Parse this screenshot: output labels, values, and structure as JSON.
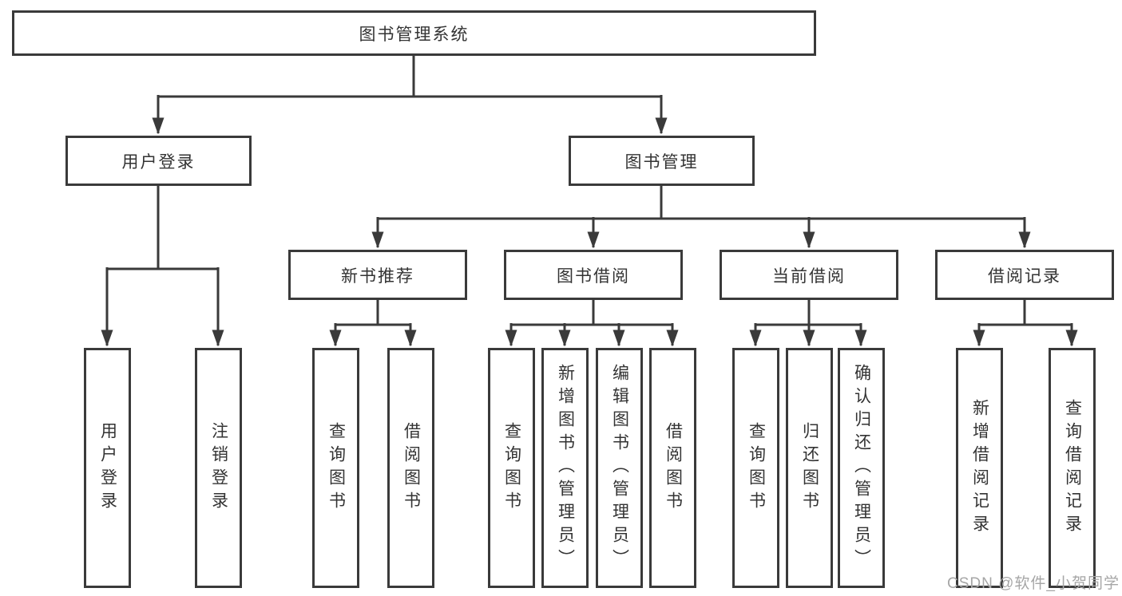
{
  "tree": {
    "root": {
      "label": "图书管理系统"
    },
    "level2": [
      {
        "label": "用户登录"
      },
      {
        "label": "图书管理"
      }
    ],
    "level3": [
      {
        "label": "新书推荐",
        "parent": "图书管理"
      },
      {
        "label": "图书借阅",
        "parent": "图书管理"
      },
      {
        "label": "当前借阅",
        "parent": "图书管理"
      },
      {
        "label": "借阅记录",
        "parent": "图书管理"
      }
    ],
    "leaves": [
      {
        "label": "用户登录",
        "parent": "用户登录"
      },
      {
        "label": "注销登录",
        "parent": "用户登录"
      },
      {
        "label": "查询图书",
        "parent": "新书推荐"
      },
      {
        "label": "借阅图书",
        "parent": "新书推荐"
      },
      {
        "label": "查询图书",
        "parent": "图书借阅"
      },
      {
        "label": "新增图书（管理员）",
        "parent": "图书借阅"
      },
      {
        "label": "编辑图书（管理员）",
        "parent": "图书借阅"
      },
      {
        "label": "借阅图书",
        "parent": "图书借阅"
      },
      {
        "label": "查询图书",
        "parent": "当前借阅"
      },
      {
        "label": "归还图书",
        "parent": "当前借阅"
      },
      {
        "label": "确认归还（管理员）",
        "parent": "当前借阅"
      },
      {
        "label": "新增借阅记录",
        "parent": "借阅记录"
      },
      {
        "label": "查询借阅记录",
        "parent": "借阅记录"
      }
    ]
  },
  "watermark": "CSDN @软件_小贺同学",
  "colors": {
    "line": "#3a3a3a",
    "text": "#333333",
    "background": "#ffffff",
    "watermark": "#a6a6a6"
  }
}
